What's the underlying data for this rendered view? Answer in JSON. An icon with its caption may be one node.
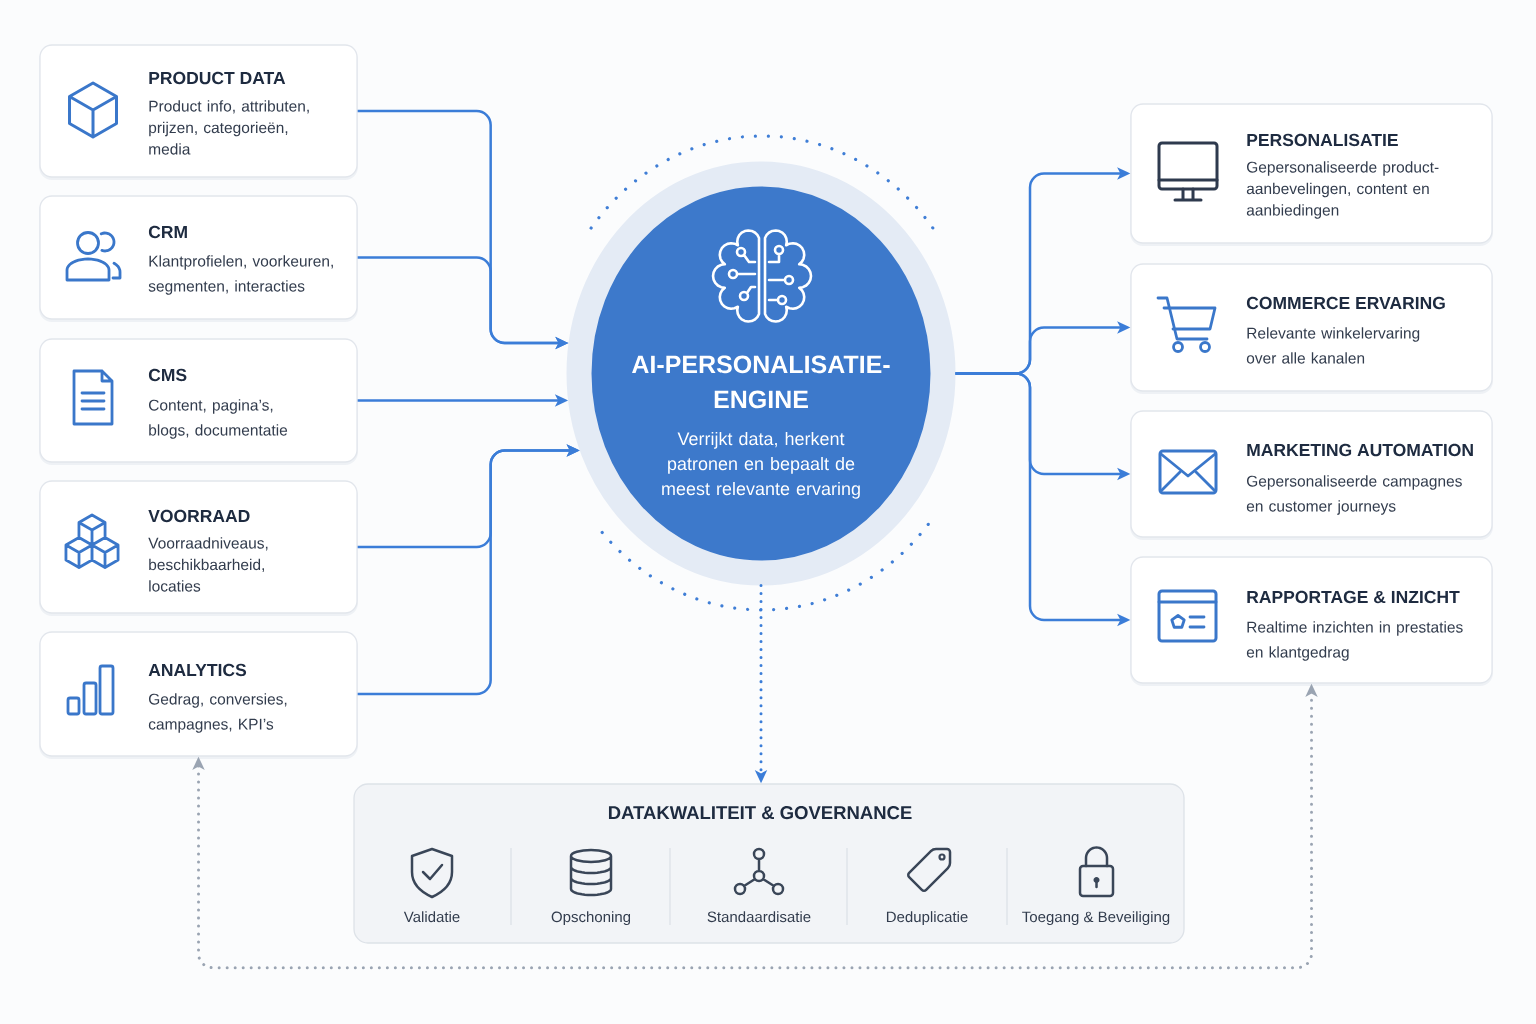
{
  "diagram": {
    "nodes": [
      {
        "text": [
          "PRODUCT DATA",
          "Product info, attributen, prijzen, categorieën, media"
        ]
      },
      {
        "text": [
          "CRM",
          "Klantprofielen, voorkeuren, segmenten, interacties"
        ]
      },
      {
        "text": [
          "CMS",
          "Content, pagina’s, blogs, documentatie"
        ]
      },
      {
        "text": [
          "VOORRAAD",
          "Voorraadniveaus, beschikbaarheid, locaties"
        ]
      },
      {
        "text": [
          "ANALYTICS",
          "Gedrag, conversies, campagnes, KPI’s"
        ]
      },
      {
        "text": [
          "AI-PERSONALISATIE- ENGINE",
          "Verrijkt data, herkent patronen en bepaalt de meest relevante ervaring"
        ]
      },
      {
        "text": [
          "PERSONALISATIE",
          "Gepersonaliseerde product- aanbevelingen, content en aanbiedingen"
        ]
      },
      {
        "text": [
          "COMMERCE ERVARING",
          "Relevante winkelervaring over alle kanalen"
        ]
      },
      {
        "text": [
          "MARKETING AUTOMATION",
          "Gepersonaliseerde campagnes en customer journeys"
        ]
      },
      {
        "text": [
          "RAPPORTAGE & INZICHT",
          "Realtime inzichten in prestaties en klantgedrag"
        ]
      },
      {
        "text": [
          "DATAKWALITEIT & GOVERNANCE"
        ]
      }
    ],
    "edges": [
      {
        "from": 0,
        "to": 5,
        "arrow": "to"
      },
      {
        "from": 1,
        "to": 5,
        "arrow": "to"
      },
      {
        "from": 2,
        "to": 5,
        "arrow": "to"
      },
      {
        "from": 3,
        "to": 5,
        "arrow": "to"
      },
      {
        "from": 4,
        "to": 5,
        "arrow": "to"
      },
      {
        "from": 5,
        "to": 6,
        "arrow": "to"
      },
      {
        "from": 5,
        "to": 7,
        "arrow": "to"
      },
      {
        "from": 5,
        "to": 8,
        "arrow": "to"
      },
      {
        "from": 5,
        "to": 9,
        "arrow": "to"
      },
      {
        "from": 5,
        "to": 10,
        "arrow": "to",
        "style": "dashed"
      },
      {
        "from": 4,
        "to": 9,
        "arrow": "both",
        "style": "dashed",
        "color": "#9aa4b2"
      }
    ],
    "labels": [
      "Validatie",
      "Opschoning",
      "Standaardisatie",
      "Deduplicatie",
      "Toegang & Beveiliging"
    ]
  }
}
